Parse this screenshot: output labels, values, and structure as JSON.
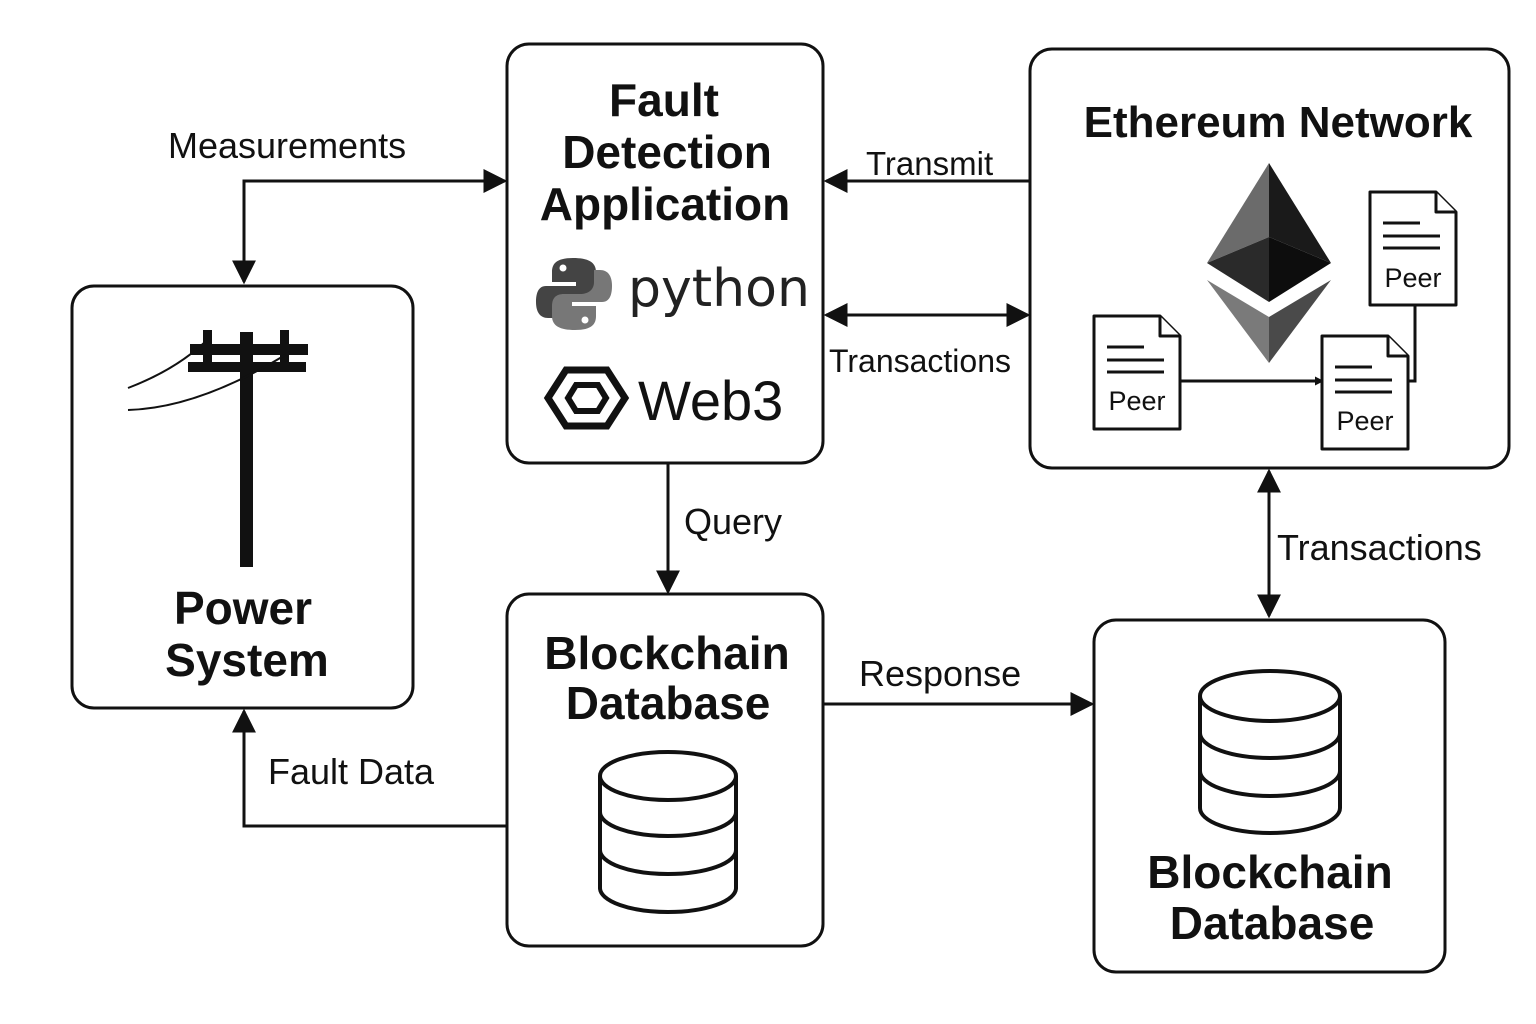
{
  "nodes": {
    "power_system": {
      "title_lines": [
        "Power",
        "System"
      ]
    },
    "fault_app": {
      "title_lines": [
        "Fault",
        "Detection",
        "Application"
      ],
      "python_label": "python",
      "web3_label": "Web3"
    },
    "ethereum": {
      "title": "Ethereum Network",
      "peers": [
        "Peer",
        "Peer",
        "Peer"
      ]
    },
    "blockchain_db_center": {
      "title_lines": [
        "Blockchain",
        "Database"
      ]
    },
    "blockchain_db_right": {
      "title_lines": [
        "Blockchain",
        "Database"
      ]
    }
  },
  "edges": {
    "measurements": "Measurements",
    "transmit": "Transmit",
    "transactions_app": "Transactions",
    "query": "Query",
    "transactions_db": "Transactions",
    "response": "Response",
    "fault_data": "Fault Data"
  },
  "icons": [
    "power-pole-icon",
    "python-logo-icon",
    "web3-logo-icon",
    "ethereum-logo-icon",
    "peer-document-icon",
    "database-icon"
  ]
}
